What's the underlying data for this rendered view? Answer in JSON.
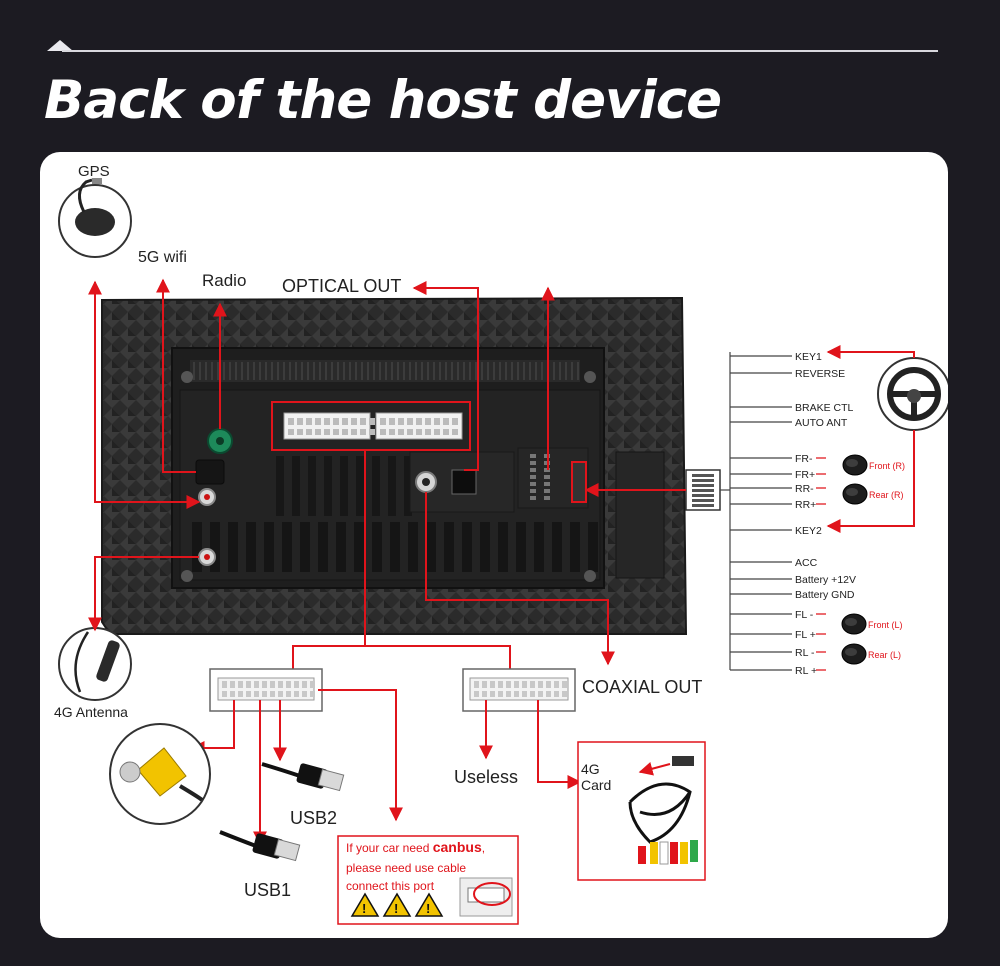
{
  "header": {
    "title": "Back of the host device"
  },
  "labels": {
    "gps": "GPS",
    "wifi": "5G wifi",
    "radio": "Radio",
    "optical_out": "OPTICAL OUT",
    "coaxial_out": "COAXIAL OUT",
    "antenna_4g": "4G Antenna",
    "usb1": "USB1",
    "usb2": "USB2",
    "useless": "Useless",
    "card_4g_line1": "4G",
    "card_4g_line2": "Card"
  },
  "canbus_note": {
    "line1_prefix": "If your car need ",
    "line1_bold": "canbus",
    "line1_suffix": ",",
    "line2": "please need use cable",
    "line3": "connect this port"
  },
  "harness": {
    "wires": [
      "KEY1",
      "REVERSE",
      "BRAKE CTL",
      "AUTO ANT",
      "FR-",
      "FR+",
      "RR-",
      "RR+",
      "KEY2",
      "ACC",
      "Battery +12V",
      "Battery GND",
      "FL -",
      "FL +",
      "RL -",
      "RL +"
    ],
    "speakers": [
      {
        "label": "Front (R)"
      },
      {
        "label": "Rear (R)"
      },
      {
        "label": "Front (L)"
      },
      {
        "label": "Rear (L)"
      }
    ]
  },
  "colors": {
    "accent": "#e0141b",
    "panel": "#ffffff",
    "background": "#1c1b22",
    "unit": "#2e2e2e"
  }
}
